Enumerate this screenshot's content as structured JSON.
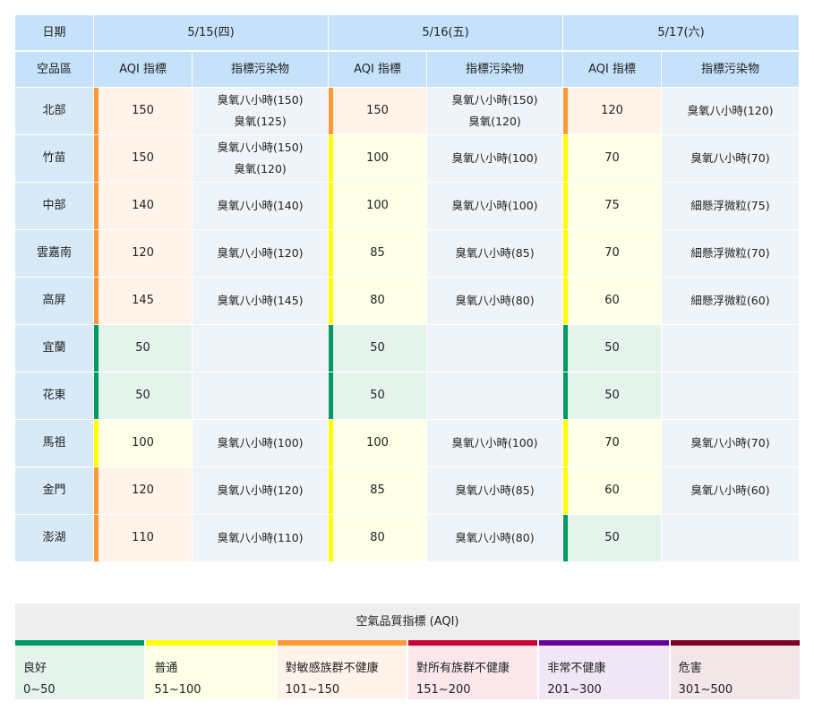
{
  "header": {
    "date_label": "日期",
    "region_label": "空品區",
    "days": [
      {
        "date": "5/15(四)",
        "aqi_label": "AQI 指標",
        "pollutant_label": "指標污染物"
      },
      {
        "date": "5/16(五)",
        "aqi_label": "AQI 指標",
        "pollutant_label": "指標污染物"
      },
      {
        "date": "5/17(六)",
        "aqi_label": "AQI 指標",
        "pollutant_label": "指標污染物"
      }
    ]
  },
  "rows": [
    {
      "region": "北部",
      "days": [
        {
          "aqi": "150",
          "level": "usg",
          "pollutants": [
            "臭氧八小時(150)",
            "臭氧(125)"
          ]
        },
        {
          "aqi": "150",
          "level": "usg",
          "pollutants": [
            "臭氧八小時(150)",
            "臭氧(120)"
          ]
        },
        {
          "aqi": "120",
          "level": "usg",
          "pollutants": [
            "臭氧八小時(120)"
          ]
        }
      ]
    },
    {
      "region": "竹苗",
      "days": [
        {
          "aqi": "150",
          "level": "usg",
          "pollutants": [
            "臭氧八小時(150)",
            "臭氧(120)"
          ]
        },
        {
          "aqi": "100",
          "level": "mod",
          "pollutants": [
            "臭氧八小時(100)"
          ]
        },
        {
          "aqi": "70",
          "level": "mod",
          "pollutants": [
            "臭氧八小時(70)"
          ]
        }
      ]
    },
    {
      "region": "中部",
      "days": [
        {
          "aqi": "140",
          "level": "usg",
          "pollutants": [
            "臭氧八小時(140)"
          ]
        },
        {
          "aqi": "100",
          "level": "mod",
          "pollutants": [
            "臭氧八小時(100)"
          ]
        },
        {
          "aqi": "75",
          "level": "mod",
          "pollutants": [
            "細懸浮微粒(75)"
          ]
        }
      ]
    },
    {
      "region": "雲嘉南",
      "days": [
        {
          "aqi": "120",
          "level": "usg",
          "pollutants": [
            "臭氧八小時(120)"
          ]
        },
        {
          "aqi": "85",
          "level": "mod",
          "pollutants": [
            "臭氧八小時(85)"
          ]
        },
        {
          "aqi": "70",
          "level": "mod",
          "pollutants": [
            "細懸浮微粒(70)"
          ]
        }
      ]
    },
    {
      "region": "高屏",
      "days": [
        {
          "aqi": "145",
          "level": "usg",
          "pollutants": [
            "臭氧八小時(145)"
          ]
        },
        {
          "aqi": "80",
          "level": "mod",
          "pollutants": [
            "臭氧八小時(80)"
          ]
        },
        {
          "aqi": "60",
          "level": "mod",
          "pollutants": [
            "細懸浮微粒(60)"
          ]
        }
      ]
    },
    {
      "region": "宜蘭",
      "days": [
        {
          "aqi": "50",
          "level": "good",
          "pollutants": []
        },
        {
          "aqi": "50",
          "level": "good",
          "pollutants": []
        },
        {
          "aqi": "50",
          "level": "good",
          "pollutants": []
        }
      ]
    },
    {
      "region": "花東",
      "days": [
        {
          "aqi": "50",
          "level": "good",
          "pollutants": []
        },
        {
          "aqi": "50",
          "level": "good",
          "pollutants": []
        },
        {
          "aqi": "50",
          "level": "good",
          "pollutants": []
        }
      ]
    },
    {
      "region": "馬祖",
      "days": [
        {
          "aqi": "100",
          "level": "mod",
          "pollutants": [
            "臭氧八小時(100)"
          ]
        },
        {
          "aqi": "100",
          "level": "mod",
          "pollutants": [
            "臭氧八小時(100)"
          ]
        },
        {
          "aqi": "70",
          "level": "mod",
          "pollutants": [
            "臭氧八小時(70)"
          ]
        }
      ]
    },
    {
      "region": "金門",
      "days": [
        {
          "aqi": "120",
          "level": "usg",
          "pollutants": [
            "臭氧八小時(120)"
          ]
        },
        {
          "aqi": "85",
          "level": "mod",
          "pollutants": [
            "臭氧八小時(85)"
          ]
        },
        {
          "aqi": "60",
          "level": "mod",
          "pollutants": [
            "臭氧八小時(60)"
          ]
        }
      ]
    },
    {
      "region": "澎湖",
      "days": [
        {
          "aqi": "110",
          "level": "usg",
          "pollutants": [
            "臭氧八小時(110)"
          ]
        },
        {
          "aqi": "80",
          "level": "mod",
          "pollutants": [
            "臭氧八小時(80)"
          ]
        },
        {
          "aqi": "50",
          "level": "good",
          "pollutants": []
        }
      ]
    }
  ],
  "legend": {
    "title": "空氣品質指標 (AQI)",
    "items": [
      {
        "label": "良好",
        "range": "0~50",
        "color": "#009865",
        "bg": "#e5f3ed"
      },
      {
        "label": "普通",
        "range": "51~100",
        "color": "#ffff00",
        "bg": "#fdffe6"
      },
      {
        "label": "對敏感族群不健康",
        "range": "101~150",
        "color": "#ff9835",
        "bg": "#fff3ea"
      },
      {
        "label": "對所有族群不健康",
        "range": "151~200",
        "color": "#ca0034",
        "bg": "#fae6eb"
      },
      {
        "label": "非常不健康",
        "range": "201~300",
        "color": "#670099",
        "bg": "#f0e6f5"
      },
      {
        "label": "危害",
        "range": "301~500",
        "color": "#7e0023",
        "bg": "#f2e6e9"
      }
    ]
  }
}
